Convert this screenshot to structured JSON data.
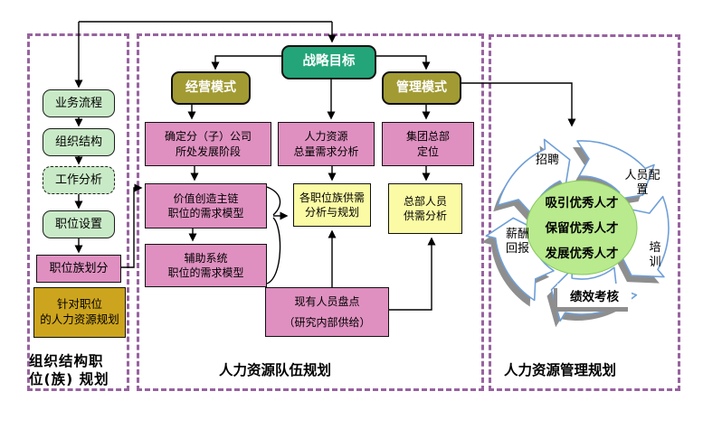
{
  "diagram": {
    "left": {
      "title": "组织结构职\n位(族) 规划",
      "boxes": [
        {
          "label": "业务流程"
        },
        {
          "label": "组织结构"
        },
        {
          "label": "工作分析"
        },
        {
          "label": "职位设置"
        },
        {
          "label": "职位族划分"
        },
        {
          "label": "针对职位\n的人力资源规划"
        }
      ]
    },
    "middle": {
      "title": "人力资源队伍规划",
      "strategy_goal": "战略目标",
      "business_model": "经营模式",
      "management_model": "管理模式",
      "subsidiary_stage": "确定分（子）公司\n所处发展阶段",
      "hr_total_demand": "人力资源\n总量需求分析",
      "hq_positioning": "集团总部\n定位",
      "value_chain_demand_model": "价值创造主链\n职位的需求模型",
      "support_system_demand_model": "辅助系统\n职位的需求模型",
      "family_supply_demand": "各职位族供需\n分析与规划",
      "hq_supply_demand": "总部人员\n供需分析",
      "staff_inventory": "现有人员盘点\n（研究内部供给）"
    },
    "right": {
      "title": "人力资源管理规划",
      "center": "吸引优秀人才\n保留优秀人才\n发展优秀人才",
      "labels": {
        "recruiting": "招聘",
        "staffing": "人员配\n置",
        "training": "培\n训",
        "performance": "绩效考核",
        "compensation": "薪酬\n回报"
      }
    },
    "colors": {
      "section_border": "#97639f",
      "pink": "#df90c0",
      "yellow": "#fbfba5",
      "green": "#c9eac7",
      "gold": "#cda41d",
      "teal": "#23a479",
      "olive": "#a29b33",
      "cycle_center_green": "#b9ea8e",
      "cycle_arrow_outline": "#6f9fd8",
      "cycle_shadow": "#8e8e8e",
      "connector": "#000000"
    }
  }
}
